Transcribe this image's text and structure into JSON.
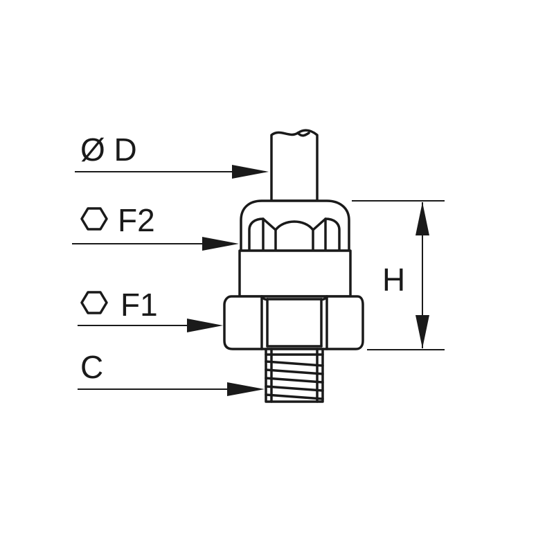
{
  "labels": {
    "diameter": "Ø D",
    "hex_upper_symbol": "⬡",
    "hex_upper": "F2",
    "hex_lower_symbol": "⬡",
    "hex_lower": "F1",
    "thread": "C",
    "height": "H"
  },
  "colors": {
    "line": "#1a1a1a",
    "background": "#ffffff"
  },
  "icons": {
    "hex_symbol": "hexagon-icon"
  }
}
